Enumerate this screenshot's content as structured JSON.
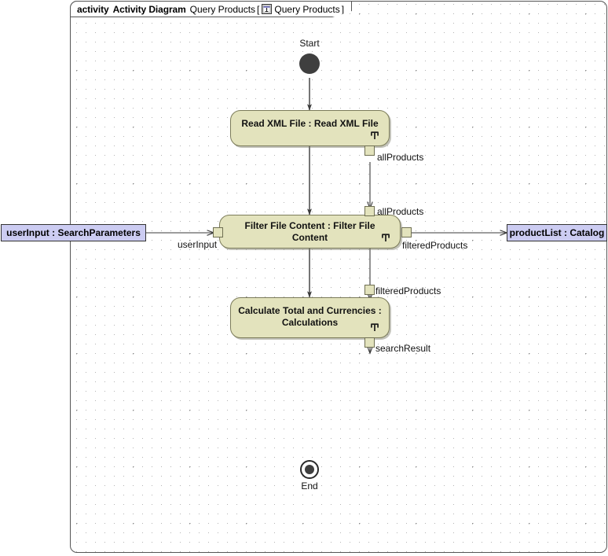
{
  "frame": {
    "keyword": "activity",
    "type_label": "Activity Diagram",
    "name": "Query Products",
    "bracket_open": "[",
    "bracket_close": "]",
    "qualified_name": "Query Products",
    "icon": "activity-diagram-icon"
  },
  "nodes": {
    "start": {
      "caption": "Start",
      "kind": "initial-node"
    },
    "end": {
      "caption": "End",
      "kind": "activity-final-node"
    },
    "read_xml": {
      "label": "Read XML File : Read XML File",
      "icon": "rake-icon"
    },
    "filter": {
      "label": "Filter File Content : Filter File Content",
      "icon": "rake-icon"
    },
    "calculate": {
      "label": "Calculate Total and Currencies : Calculations",
      "icon": "rake-icon"
    }
  },
  "object_nodes": {
    "user_input": {
      "label": "userInput : SearchParameters"
    },
    "product_list": {
      "label": "productList : Catalog"
    }
  },
  "pins": {
    "read_out_all_products": "allProducts",
    "filter_in_all_products": "allProducts",
    "filter_in_user_input": "userInput",
    "filter_out_filtered_products": "filteredProducts",
    "calculate_in_filtered_products": "filteredProducts",
    "calculate_out_search_result": "searchResult"
  },
  "colors": {
    "activity_fill": "#e3e3bd",
    "activity_stroke": "#7c7c5a",
    "object_fill": "#ccccf2",
    "object_stroke": "#333333",
    "node_solid": "#3f3f3f",
    "frame_stroke": "#555555",
    "edge_stroke": "#3a3a3a",
    "canvas_bg": "#ffffff"
  }
}
